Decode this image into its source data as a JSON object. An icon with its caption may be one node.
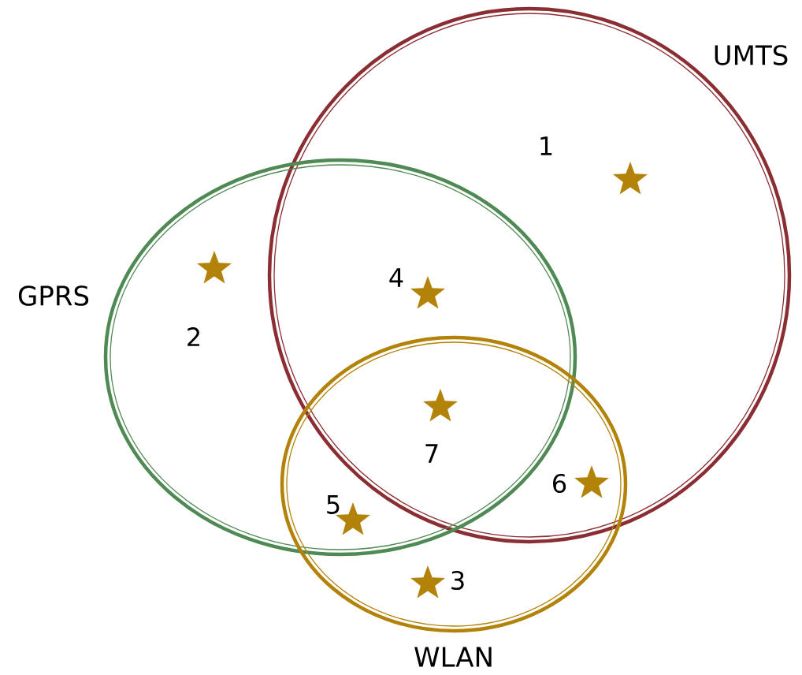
{
  "diagram": {
    "nodes": [
      {
        "text": [
          "UMTS"
        ]
      },
      {
        "text": [
          "GPRS"
        ]
      },
      {
        "text": [
          "WLAN"
        ]
      }
    ],
    "labels": [
      "1",
      "4",
      "2",
      "7",
      "6",
      "5",
      "3"
    ]
  }
}
